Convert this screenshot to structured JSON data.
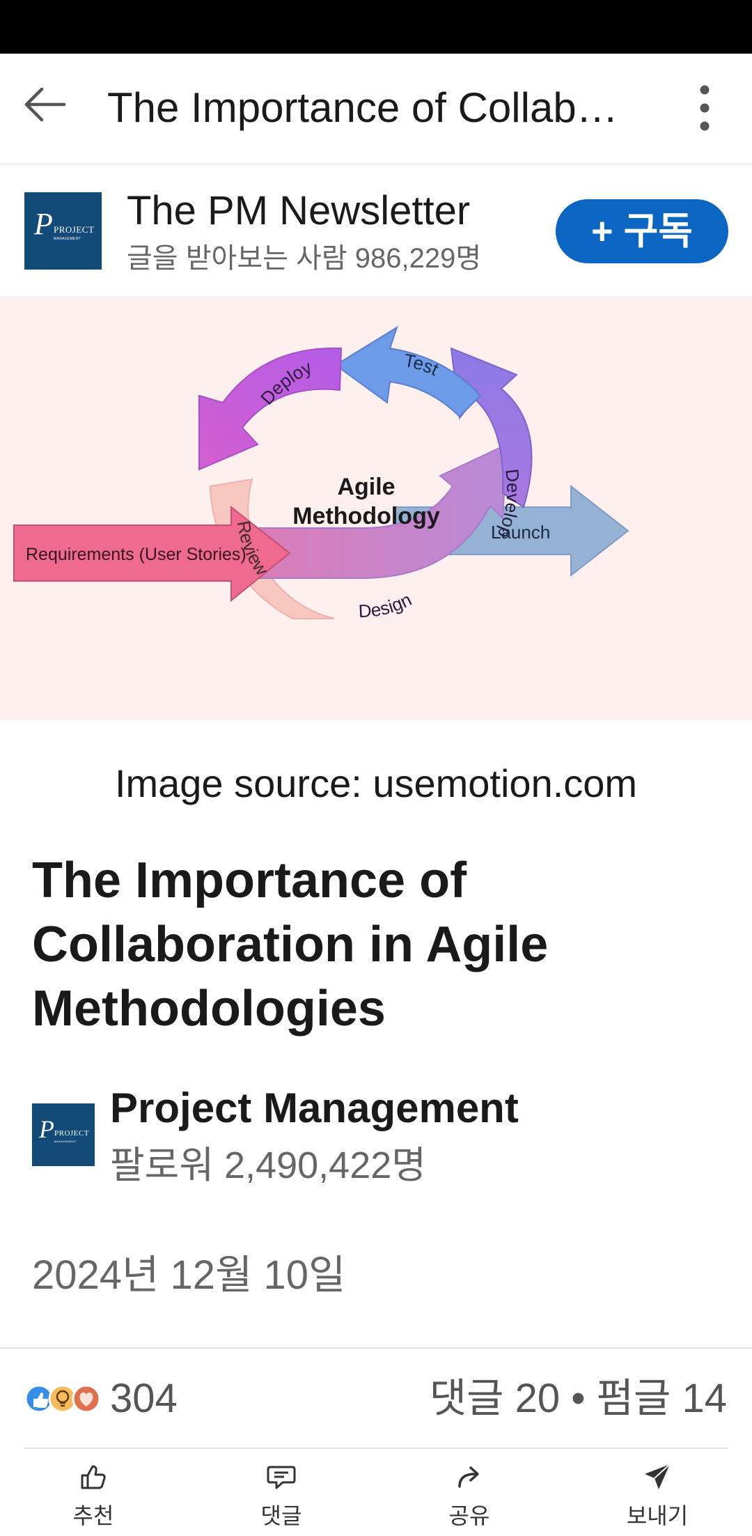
{
  "header": {
    "title": "The Importance of Collab…",
    "back_icon": "arrow-left-icon",
    "more_icon": "vertical-dots-icon"
  },
  "newsletter": {
    "logo_letter": "P",
    "logo_text": "PROJECT",
    "logo_subtext": "MANAGEMENT",
    "name": "The PM Newsletter",
    "subscribers": "글을 받아보는 사람 986,229명",
    "subscribe_label": "+ 구독"
  },
  "diagram": {
    "center_line1": "Agile",
    "center_line2": "Methodology",
    "stages": {
      "requirements": "Requirements (User Stories)",
      "design": "Design",
      "develop": "Develop",
      "test": "Test",
      "deploy": "Deploy",
      "review": "Review",
      "launch": "Launch"
    }
  },
  "article": {
    "caption": "Image source: usemotion.com",
    "title": "The Importance of Collaboration in Agile Methodologies",
    "author": {
      "name": "Project Management",
      "followers": "팔로워 2,490,422명"
    },
    "date": "2024년 12월 10일"
  },
  "engagement": {
    "reactions_count": "304",
    "social_counts": "댓글 20 • 펌글 14"
  },
  "actions": [
    {
      "label": "추천",
      "icon": "thumbs-up-icon"
    },
    {
      "label": "댓글",
      "icon": "comment-icon"
    },
    {
      "label": "공유",
      "icon": "share-icon"
    },
    {
      "label": "보내기",
      "icon": "send-icon"
    }
  ],
  "colors": {
    "accent": "#0a66c2",
    "logo_bg": "#124a78",
    "hero_bg": "#fdf0ef"
  }
}
